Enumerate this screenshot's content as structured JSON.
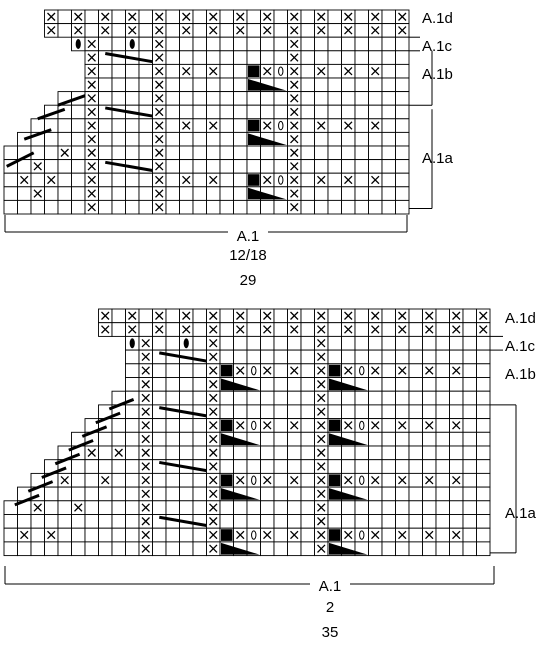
{
  "charts": [
    {
      "id": "chart-top",
      "labels": {
        "a1d": "A.1d",
        "a1c": "A.1c",
        "a1b": "A.1b",
        "a1a": "A.1a"
      },
      "footer": {
        "title": "A.1",
        "sizes": "12/18",
        "count": "29"
      },
      "symbols": {
        "knit_cross": "x-symbol-icon",
        "bobble": "bobble-oval-icon",
        "filled": "filled-square-icon",
        "open": "open-oval-icon",
        "decrease": "triangle-decrease-icon"
      }
    },
    {
      "id": "chart-bottom",
      "labels": {
        "a1d": "A.1d",
        "a1c": "A.1c",
        "a1b": "A.1b",
        "a1a": "A.1a"
      },
      "footer": {
        "title": "A.1",
        "sizes": "2",
        "count": "35"
      },
      "symbols": {
        "knit_cross": "x-symbol-icon",
        "bobble": "bobble-oval-icon",
        "filled": "filled-square-icon",
        "open": "open-oval-icon",
        "decrease": "triangle-decrease-icon"
      }
    }
  ]
}
